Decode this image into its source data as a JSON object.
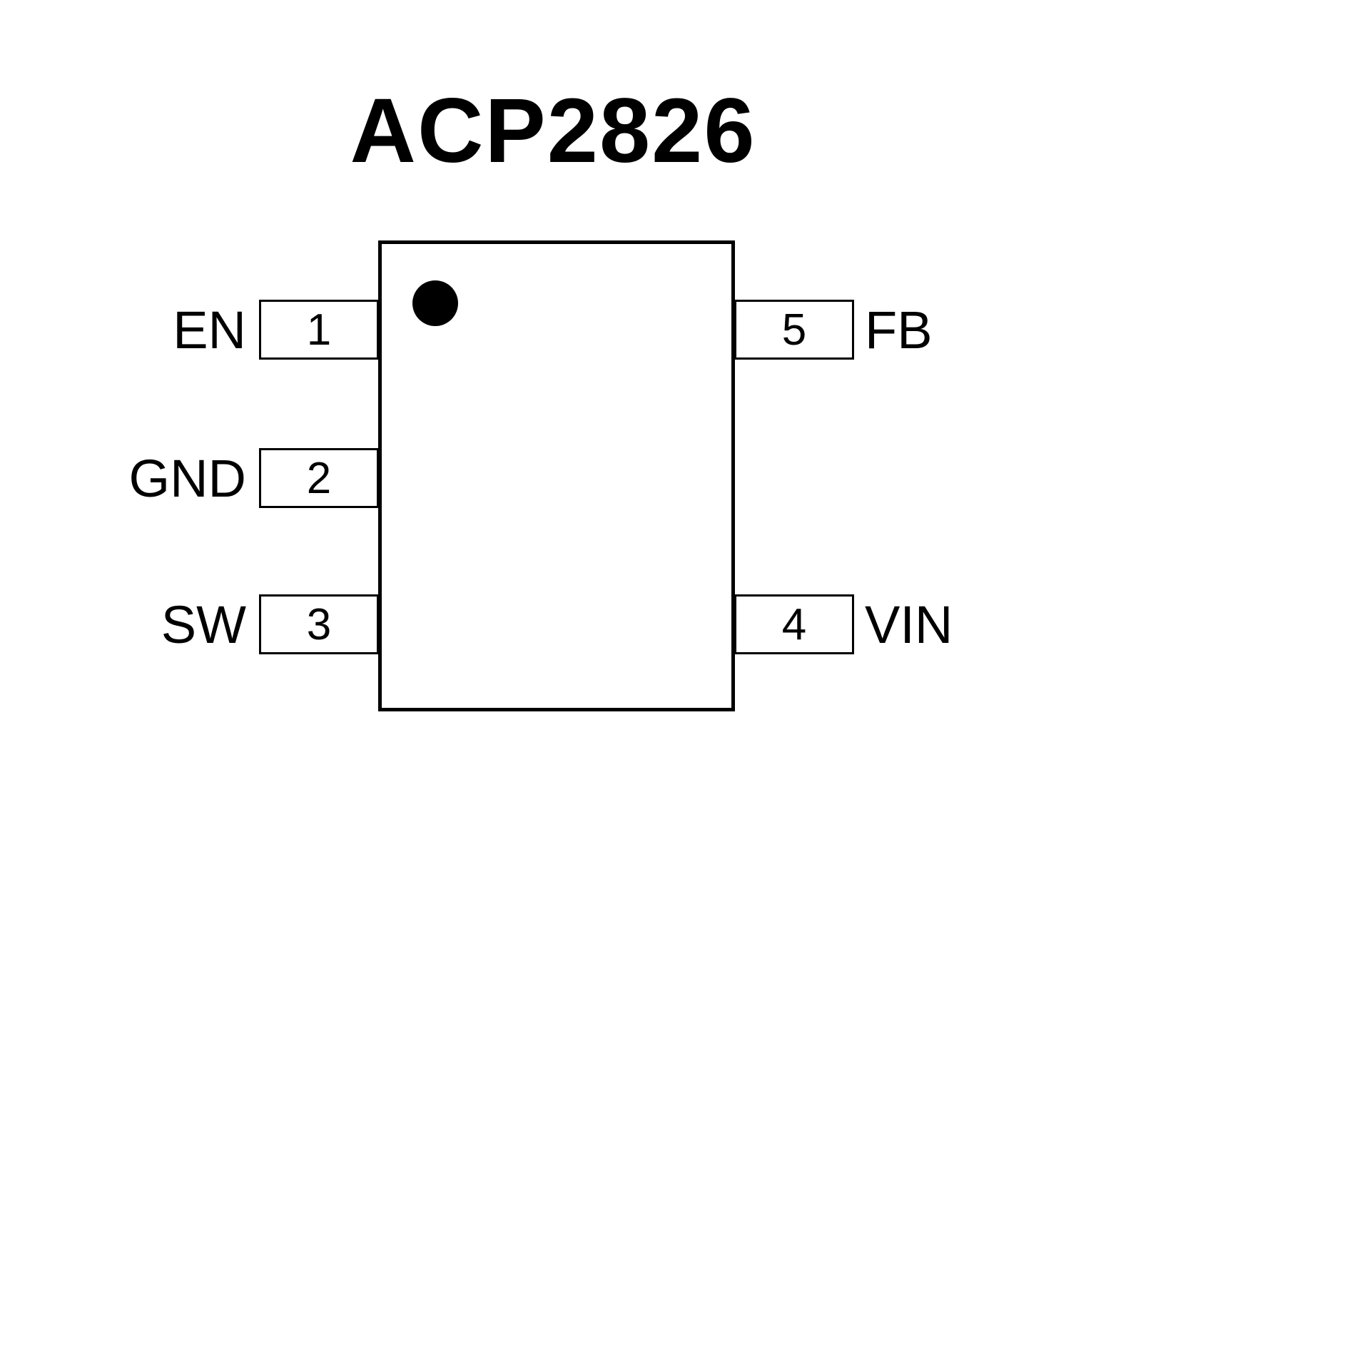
{
  "title": "ACP2826",
  "chip": {
    "package_pin_count": 5,
    "pin1_marker": "black-dot"
  },
  "pins": [
    {
      "number": "1",
      "label": "EN",
      "side": "left",
      "row": "top"
    },
    {
      "number": "2",
      "label": "GND",
      "side": "left",
      "row": "middle"
    },
    {
      "number": "3",
      "label": "SW",
      "side": "left",
      "row": "bottom"
    },
    {
      "number": "4",
      "label": "VIN",
      "side": "right",
      "row": "bottom"
    },
    {
      "number": "5",
      "label": "FB",
      "side": "right",
      "row": "top"
    }
  ],
  "colors": {
    "background": "#ffffff",
    "line": "#000000",
    "text": "#000000"
  }
}
